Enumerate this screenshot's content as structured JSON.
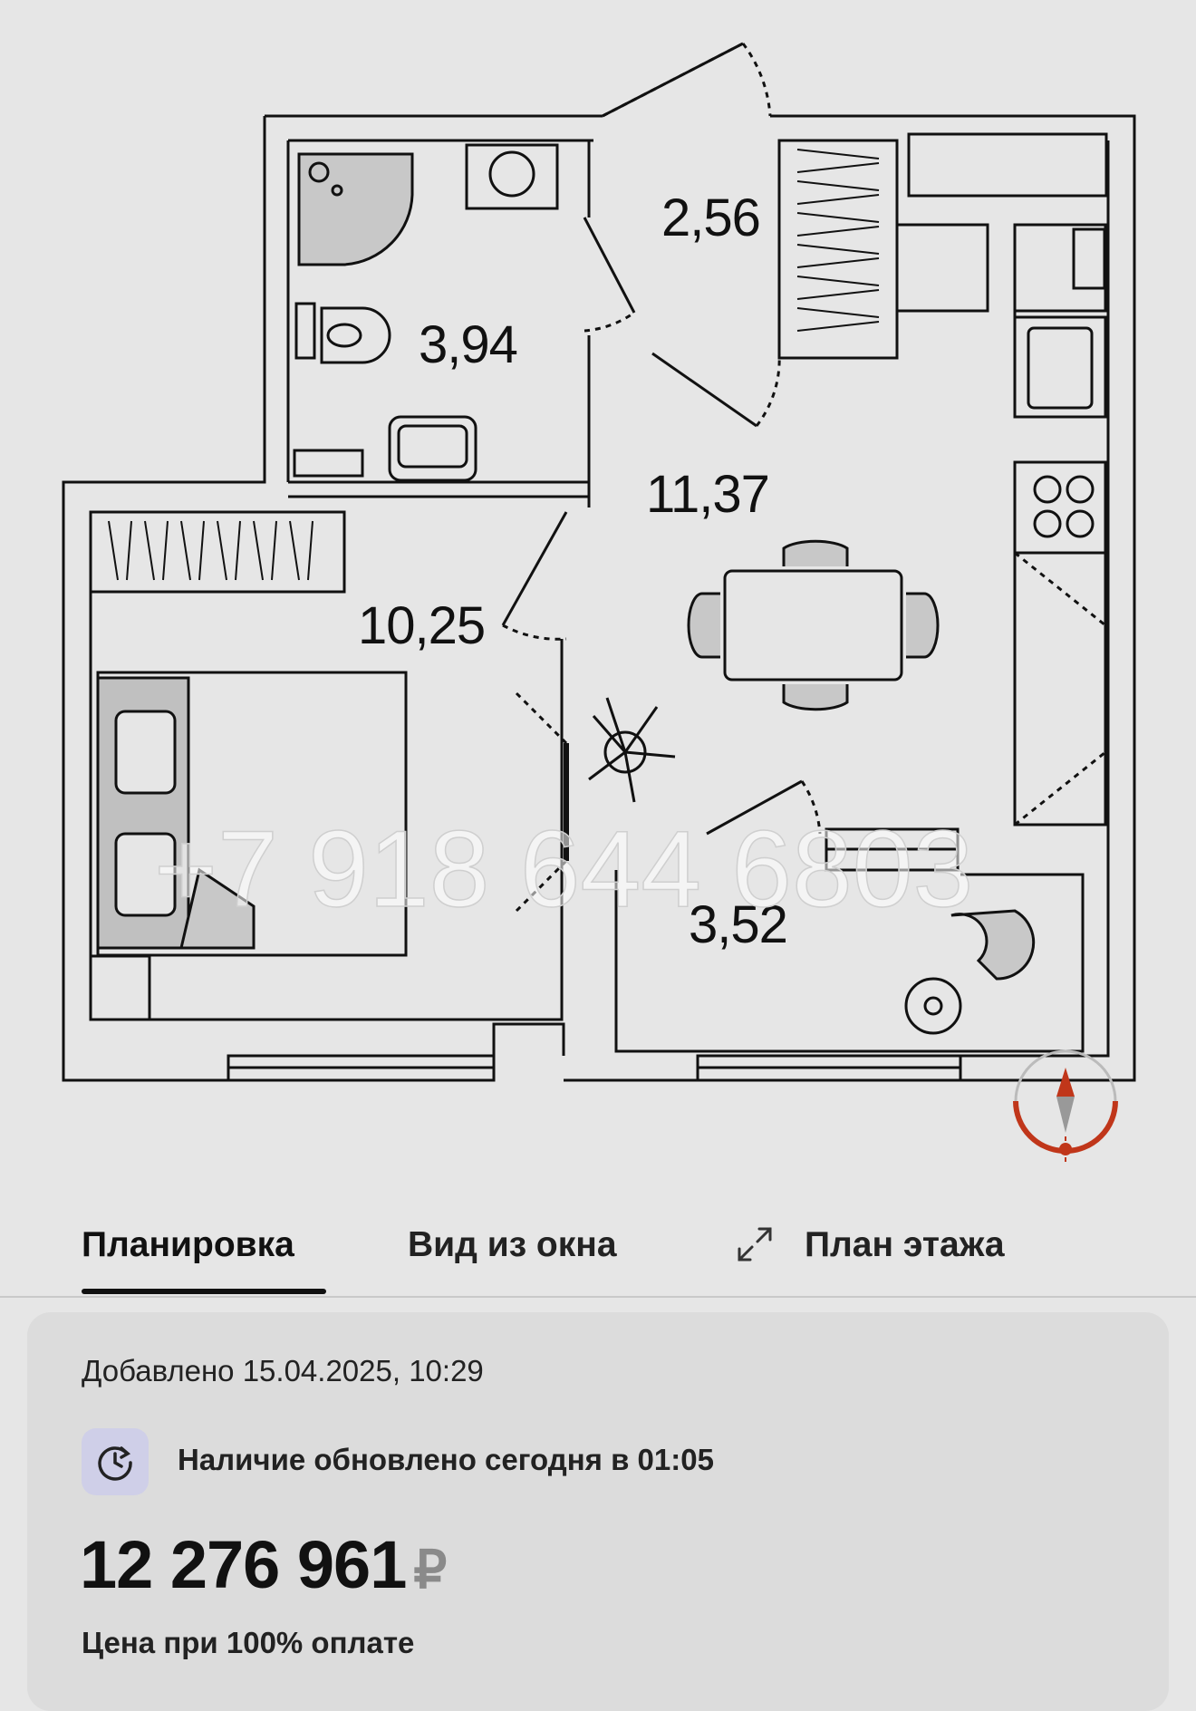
{
  "floorplan": {
    "rooms": [
      {
        "id": "bathroom",
        "area": "3,94"
      },
      {
        "id": "hall",
        "area": "2,56"
      },
      {
        "id": "kitchen-living",
        "area": "11,37"
      },
      {
        "id": "bedroom",
        "area": "10,25"
      },
      {
        "id": "balcony",
        "area": "3,52"
      }
    ],
    "watermark": "+7 918 644 6803",
    "compass_icon": "compass-icon",
    "accent_color": "#c0361a"
  },
  "tabs": [
    {
      "label": "Планировка",
      "active": true
    },
    {
      "label": "Вид из окна",
      "active": false
    },
    {
      "label": "План этажа",
      "active": false,
      "icon": "expand-icon"
    }
  ],
  "listing": {
    "added": "Добавлено 15.04.2025, 10:29",
    "availability": "Наличие обновлено сегодня в 01:05",
    "availability_icon": "clock-refresh-icon",
    "price": "12 276 961",
    "currency": "₽",
    "price_note": "Цена при 100% оплате"
  }
}
